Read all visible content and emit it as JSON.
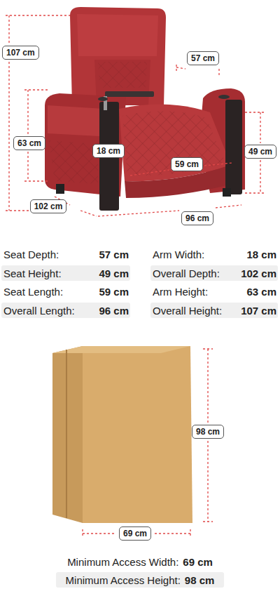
{
  "diagram": {
    "labels": [
      "107 cm",
      "57 cm",
      "63 cm",
      "18 cm",
      "49 cm",
      "59 cm",
      "102 cm",
      "96 cm",
      "Seat Depth:",
      "57 cm",
      "Arm Width:",
      "18 cm",
      "Seat Height:",
      "49 cm",
      "Overall Depth:",
      "102 cm",
      "Seat Length:",
      "59 cm",
      "Arm Height:",
      "63 cm",
      "Overall Length:",
      "96 cm",
      "Overall Height:",
      "107 cm",
      "98 cm",
      "69 cm",
      "Minimum Access Width:",
      "69 cm",
      "Minimum Access Height:",
      "98 cm"
    ]
  }
}
